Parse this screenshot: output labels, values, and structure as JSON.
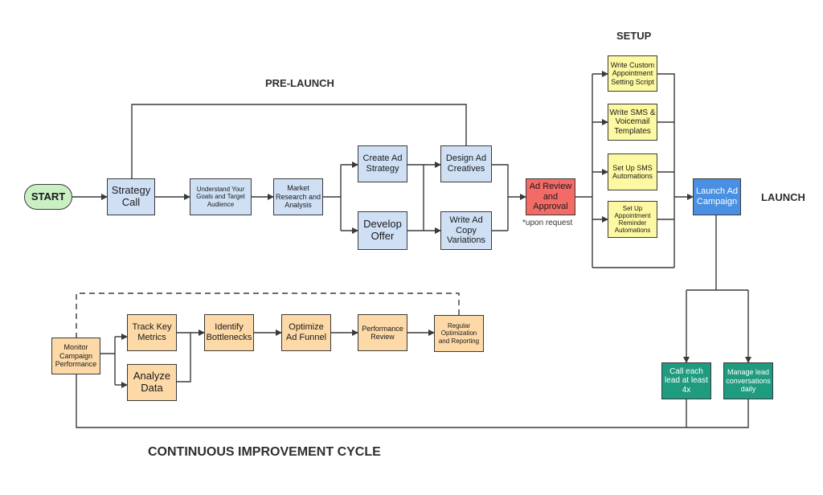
{
  "sections": {
    "setup": "SETUP",
    "pre_launch": "PRE-LAUNCH",
    "launch": "LAUNCH",
    "cycle": "CONTINUOUS IMPROVEMENT CYCLE"
  },
  "nodes": {
    "start": "START",
    "strategy_call": "Strategy Call",
    "understand_goals": "Understand Your Goals and Target Audience",
    "market_research": "Market Research and Analysis",
    "create_ad_strategy": "Create Ad Strategy",
    "develop_offer": "Develop Offer",
    "design_ad_creatives": "Design Ad Creatives",
    "write_ad_copy": "Write Ad Copy Variations",
    "ad_review": "Ad Review and Approval",
    "ad_review_note": "*upon request",
    "setup_script": "Write Custom Appointment Setting Script",
    "setup_sms_templates": "Write SMS & Voicemail Templates",
    "setup_sms_automations": "Set Up SMS Automations",
    "setup_reminder": "Set Up Appointment Reminder Automations",
    "launch_campaign": "Launch Ad Campaign",
    "call_lead": "Call each lead at least 4x",
    "manage_lead": "Manage lead conversations daily",
    "monitor": "Monitor Campaign Performance",
    "track_metrics": "Track Key Metrics",
    "analyze_data": "Analyze Data",
    "identify_bottlenecks": "Identify Bottlenecks",
    "optimize_funnel": "Optimize Ad Funnel",
    "performance_review": "Performance Review",
    "regular_optimization": "Regular Optimization and Reporting"
  },
  "colors": {
    "blue": "#cfe0f5",
    "orange": "#fcd9a6",
    "yellow": "#fdf9a2",
    "red": "#f26b67",
    "green": "#1f9b80",
    "launch": "#4a90e2",
    "start": "#c9efc3",
    "line": "#3a3a3a"
  }
}
